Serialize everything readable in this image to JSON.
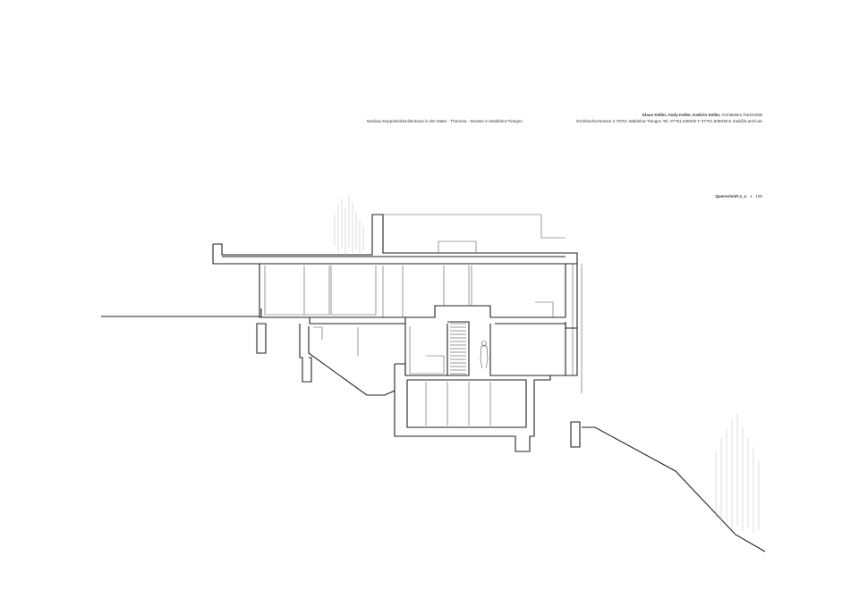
{
  "header": {
    "architects_bold": "Klaus Keller, Andy Keller, Kathrin Keller,",
    "architects_rest": " Architekten PartGmbB",
    "project": "Neubau Doppeleinfamilienhaus in der Matte - Theresia - Strasse in Waldshut-Tiengen",
    "address": "Eschbacherstrasse 3   79761 Waldshut-Tiengen   Tel.  07751.836030   F  07751.836039   E  mail@k-archi.de"
  },
  "drawing": {
    "title": "Querschnitt a_a",
    "scale": "1 : 100"
  }
}
